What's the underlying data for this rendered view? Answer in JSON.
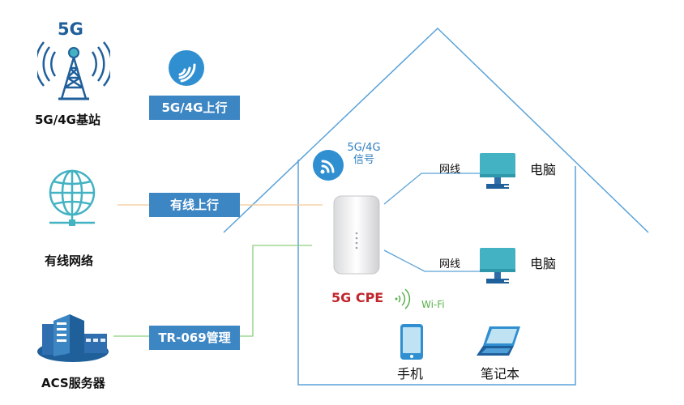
{
  "colors": {
    "accent_blue": "#3d86c4",
    "icon_blue": "#2f8fd0",
    "teal": "#43b2c2",
    "cpe_red": "#c0262c",
    "wifi_green": "#58b04c"
  },
  "left": {
    "tower_badge": "5G",
    "tower_label": "5G/4G基站",
    "wired_label": "有线网络",
    "acs_label": "ACS服务器"
  },
  "links": {
    "uplink_4g5g": "5G/4G上行",
    "uplink_wired": "有线上行",
    "tr069": "TR-069管理"
  },
  "house": {
    "signal_line1": "5G/4G",
    "signal_line2": "信号",
    "cpe_label": "5G CPE",
    "wifi_label": "Wi-Fi",
    "cable_label_1": "网线",
    "cable_label_2": "网线",
    "pc_label_1": "电脑",
    "pc_label_2": "电脑",
    "phone_label": "手机",
    "laptop_label": "笔记本"
  },
  "icons": {
    "tower": "cell-tower-icon",
    "uplink": "signal-waves-icon",
    "globe": "globe-network-icon",
    "server": "server-building-icon",
    "house_signal": "wireless-signal-icon",
    "router": "cpe-router-icon",
    "pc": "desktop-computer-icon",
    "phone": "smartphone-icon",
    "laptop": "laptop-icon",
    "wifi": "wifi-waves-icon"
  }
}
